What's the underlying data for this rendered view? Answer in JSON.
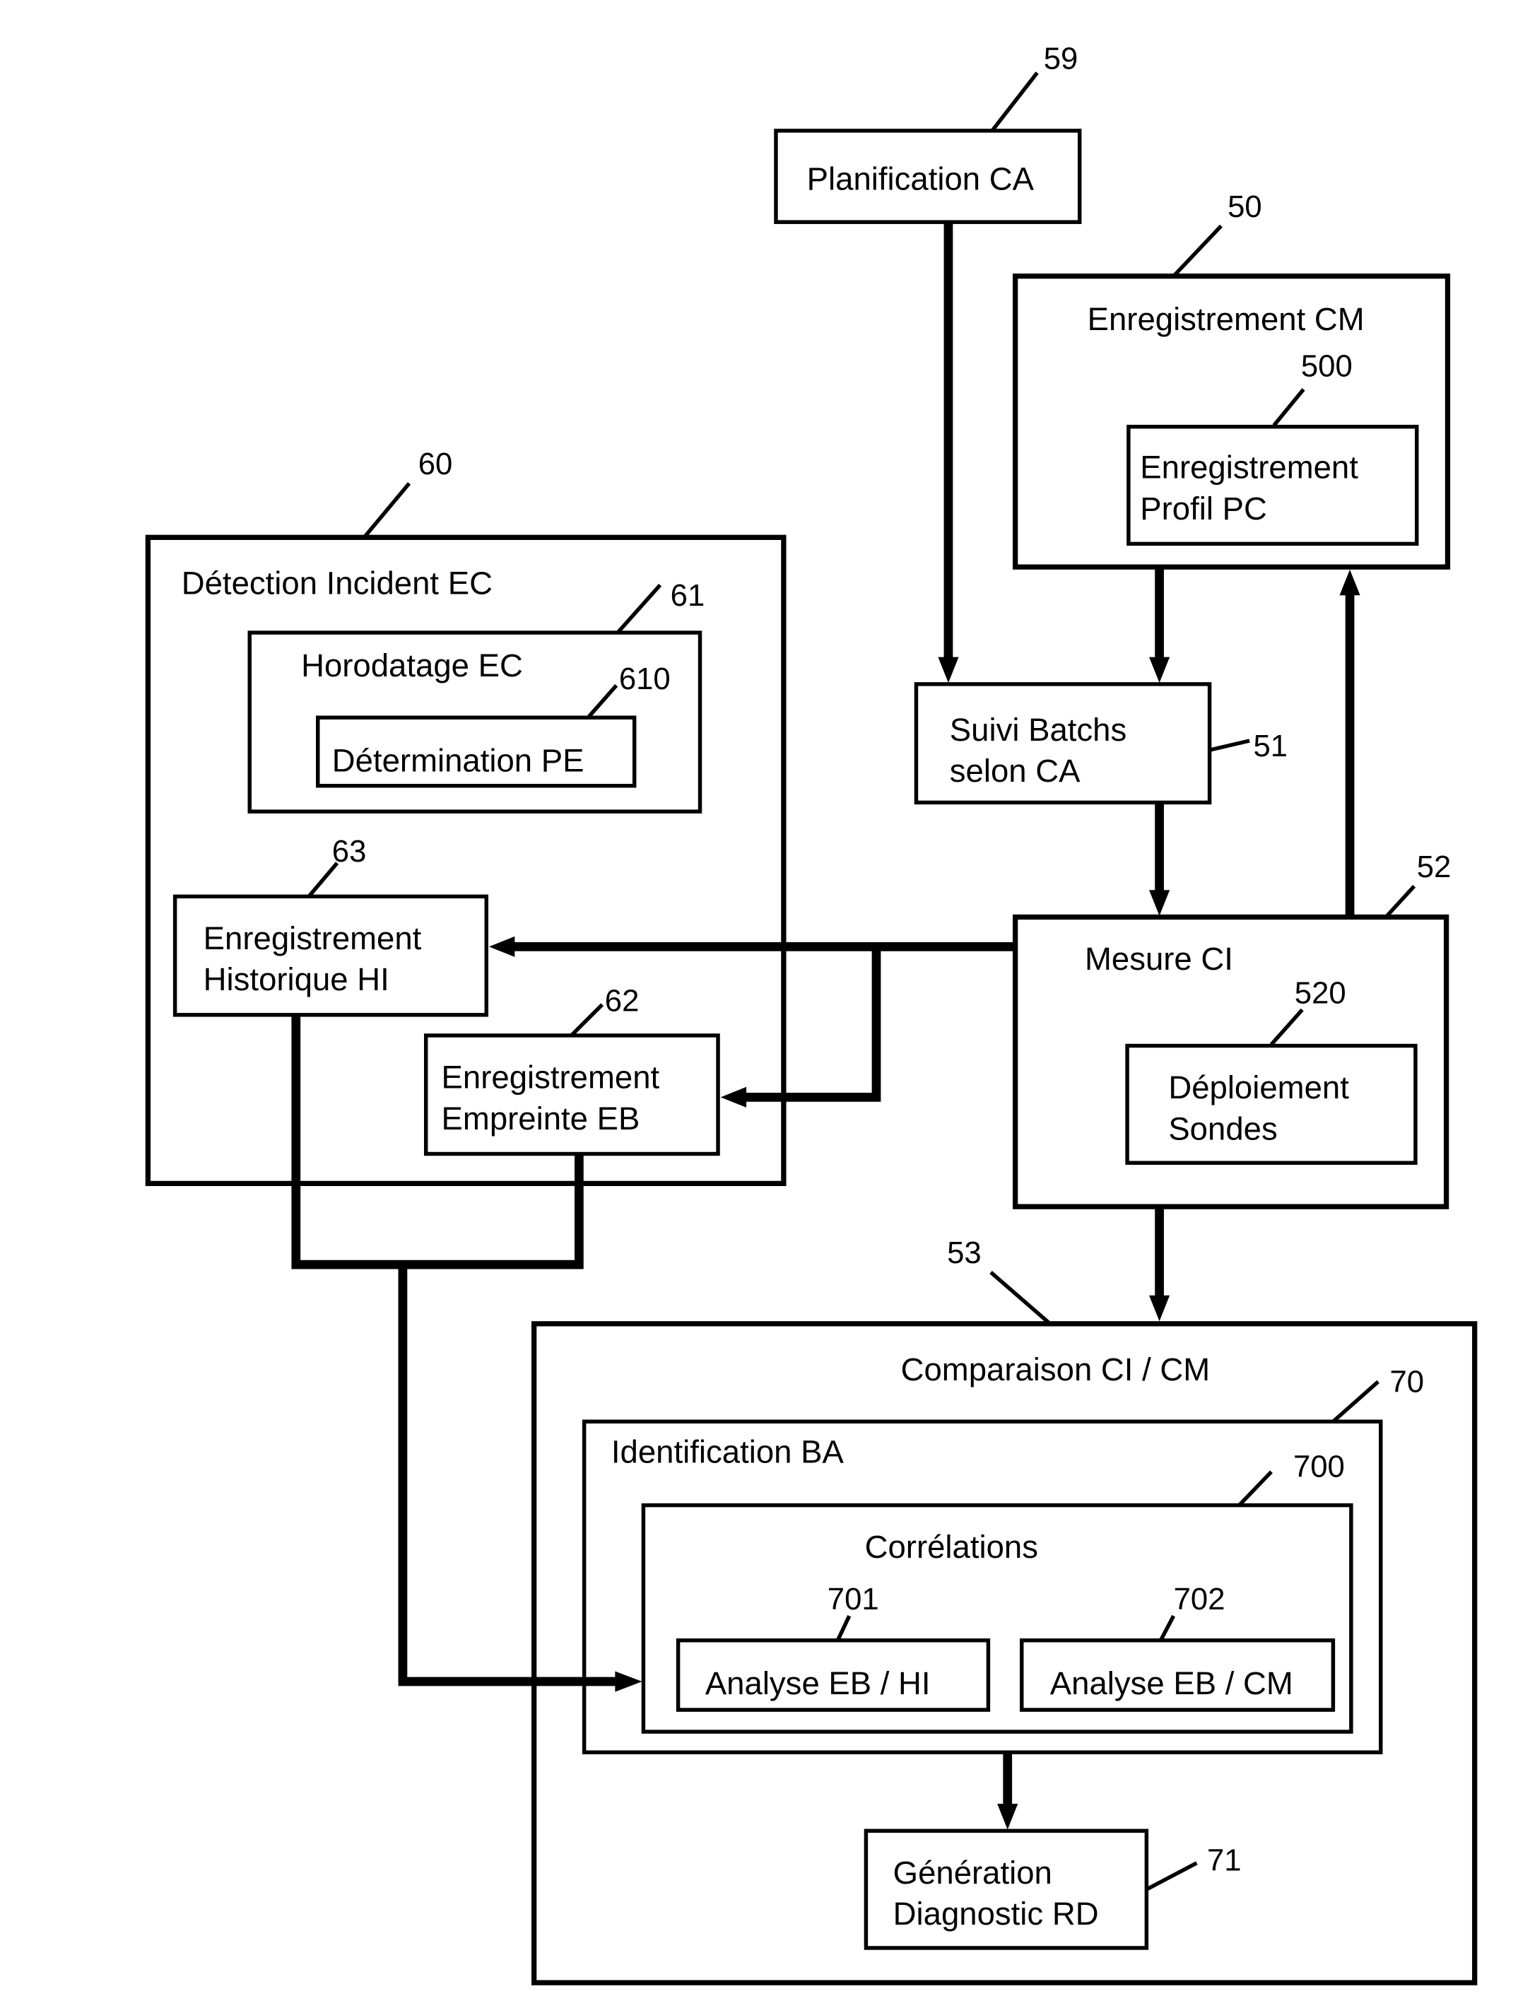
{
  "figure": {
    "blocks": {
      "b59": {
        "ref": "59",
        "lines": [
          "Planification CA"
        ]
      },
      "b50": {
        "ref": "50",
        "lines": [
          "Enregistrement CM"
        ]
      },
      "b500": {
        "ref": "500",
        "lines": [
          "Enregistrement",
          "Profil PC"
        ]
      },
      "b60": {
        "ref": "60",
        "lines": [
          "Détection Incident EC"
        ]
      },
      "b61": {
        "ref": "61",
        "lines": [
          "Horodatage EC"
        ]
      },
      "b610": {
        "ref": "610",
        "lines": [
          "Détermination PE"
        ]
      },
      "b63": {
        "ref": "63",
        "lines": [
          "Enregistrement",
          "Historique HI"
        ]
      },
      "b62": {
        "ref": "62",
        "lines": [
          "Enregistrement",
          "Empreinte EB"
        ]
      },
      "b51": {
        "ref": "51",
        "lines": [
          "Suivi Batchs",
          "selon CA"
        ]
      },
      "b52": {
        "ref": "52",
        "lines": [
          "Mesure CI"
        ]
      },
      "b520": {
        "ref": "520",
        "lines": [
          "Déploiement",
          "Sondes"
        ]
      },
      "b53": {
        "ref": "53",
        "lines": [
          "Comparaison CI / CM"
        ]
      },
      "b70": {
        "ref": "70",
        "lines": [
          "Identification BA"
        ]
      },
      "b700": {
        "ref": "700",
        "lines": [
          "Corrélations"
        ]
      },
      "b701": {
        "ref": "701",
        "lines": [
          "Analyse EB / HI"
        ]
      },
      "b702": {
        "ref": "702",
        "lines": [
          "Analyse EB / CM"
        ]
      },
      "b71": {
        "ref": "71",
        "lines": [
          "Génération",
          "Diagnostic RD"
        ]
      }
    },
    "connections": [
      {
        "from": "59",
        "to": "51"
      },
      {
        "from": "50",
        "to": "51"
      },
      {
        "from": "51",
        "to": "52"
      },
      {
        "from": "52",
        "to": "50"
      },
      {
        "from": "52",
        "to": "63"
      },
      {
        "from": "52",
        "to": "62"
      },
      {
        "from": "52",
        "to": "53"
      },
      {
        "from": "63",
        "to": "700"
      },
      {
        "from": "62",
        "to": "700"
      },
      {
        "from": "70",
        "to": "71"
      }
    ]
  }
}
